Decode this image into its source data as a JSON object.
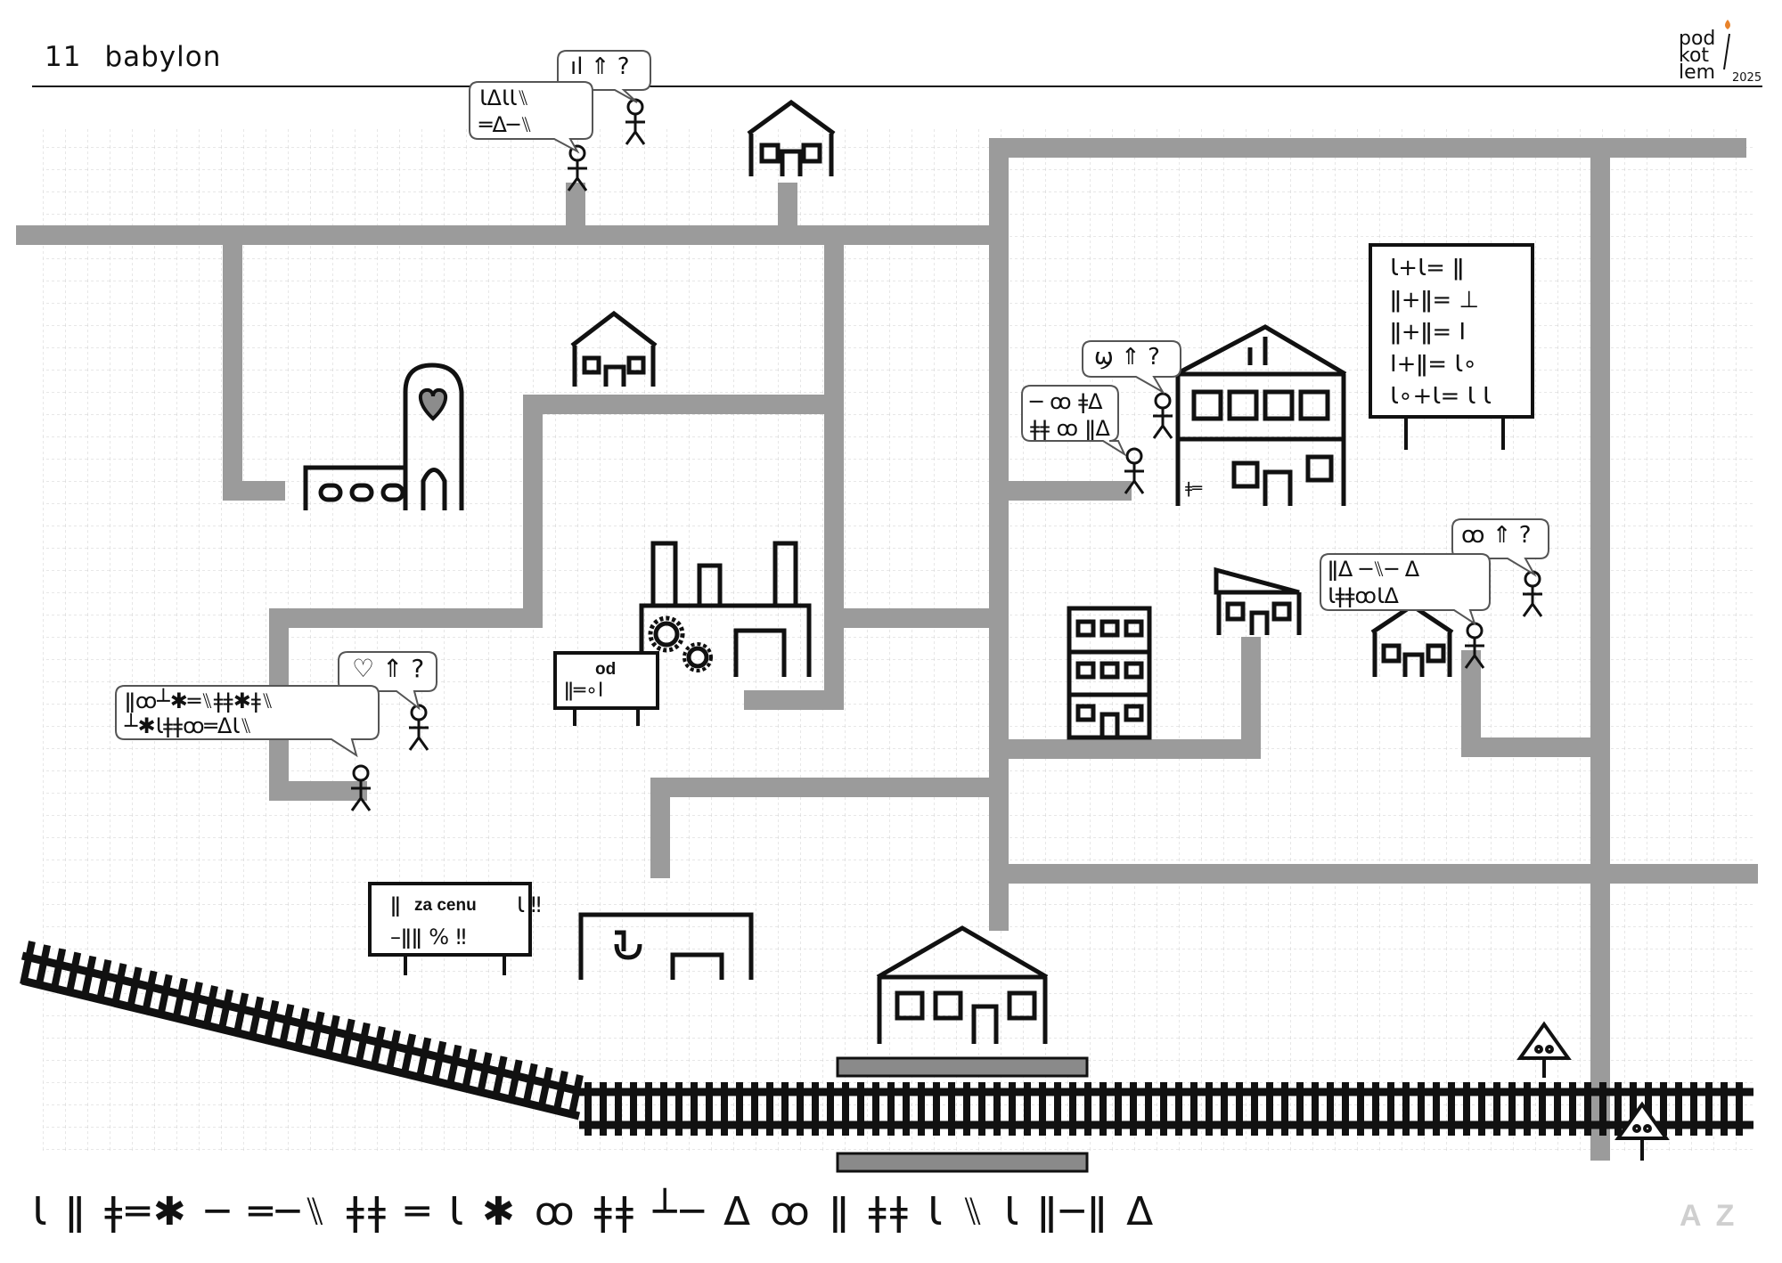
{
  "header": {
    "number": "11",
    "title": "babylon",
    "logo_lines": [
      "pod",
      "kot",
      "lem"
    ],
    "year": "2025"
  },
  "signs": {
    "factory_sign_text": "od",
    "price_sign_text": "za cenu"
  },
  "footer": {
    "corner_left": "A",
    "corner_right": "Z"
  },
  "colors": {
    "road": "#9b9b9b",
    "grid": "#cfcfcf",
    "ink": "#111111",
    "heart": "#8c8c8c",
    "flame": "#e8822a"
  }
}
